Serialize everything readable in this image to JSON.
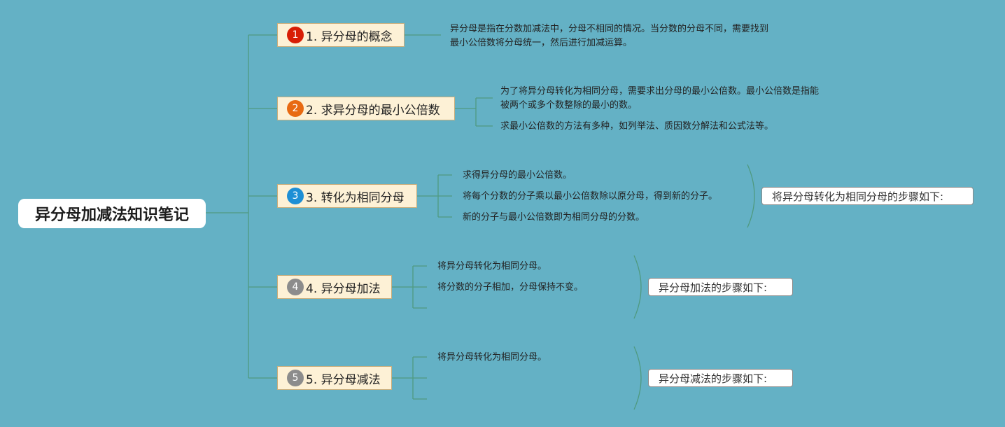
{
  "root": {
    "title": "异分母加减法知识笔记"
  },
  "colors": {
    "background": "#64b1c5",
    "line": "#4f9a80",
    "badge_1": "#d81e06",
    "badge_2": "#e86a12",
    "badge_3": "#1e8fd5",
    "badge_4": "#8c8c8c",
    "badge_5": "#8c8c8c"
  },
  "topics": [
    {
      "badge": "1",
      "label": "1. 异分母的概念",
      "notes": [
        "异分母是指在分数加减法中，分母不相同的情况。当分数的分母不同，需要找到",
        "最小公倍数将分母统一，然后进行加减运算。"
      ]
    },
    {
      "badge": "2",
      "label": "2. 求异分母的最小公倍数",
      "notes": [
        "为了将异分母转化为相同分母，需要求出分母的最小公倍数。最小公倍数是指能",
        "被两个或多个数整除的最小的数。",
        "求最小公倍数的方法有多种，如列举法、质因数分解法和公式法等。"
      ]
    },
    {
      "badge": "3",
      "label": "3. 转化为相同分母",
      "notes": [
        "求得异分母的最小公倍数。",
        "将每个分数的分子乘以最小公倍数除以原分母，得到新的分子。",
        "新的分子与最小公倍数即为相同分母的分数。"
      ],
      "summary": "将异分母转化为相同分母的步骤如下:"
    },
    {
      "badge": "4",
      "label": "4. 异分母加法",
      "notes": [
        "将异分母转化为相同分母。",
        "将分数的分子相加，分母保持不变。"
      ],
      "summary": "异分母加法的步骤如下:"
    },
    {
      "badge": "5",
      "label": "5. 异分母减法",
      "notes": [
        "将异分母转化为相同分母。"
      ],
      "summary": "异分母减法的步骤如下:"
    }
  ]
}
